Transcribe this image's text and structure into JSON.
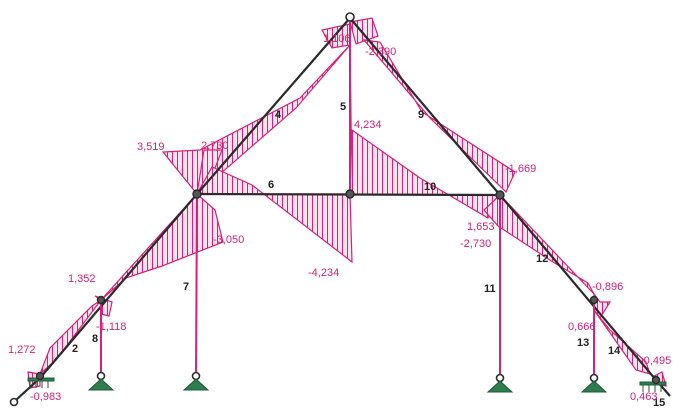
{
  "diagram": {
    "moment_color": "#d6207a",
    "frame_color": "#2a2a2a",
    "support_color": "#2e7d4f",
    "members": [
      "2",
      "4",
      "5",
      "6",
      "7",
      "8",
      "9",
      "10",
      "11",
      "12",
      "13",
      "14",
      "15"
    ],
    "values": [
      "1,106",
      "-2,390",
      "4,234",
      "3,519",
      "2,730",
      "-1,669",
      "1,653",
      "-2,730",
      "-3,050",
      "-4,234",
      "1,352",
      "-1,118",
      "-0,896",
      "0,666",
      "1,272",
      "-0,983",
      "-0,495",
      "0,463"
    ]
  }
}
